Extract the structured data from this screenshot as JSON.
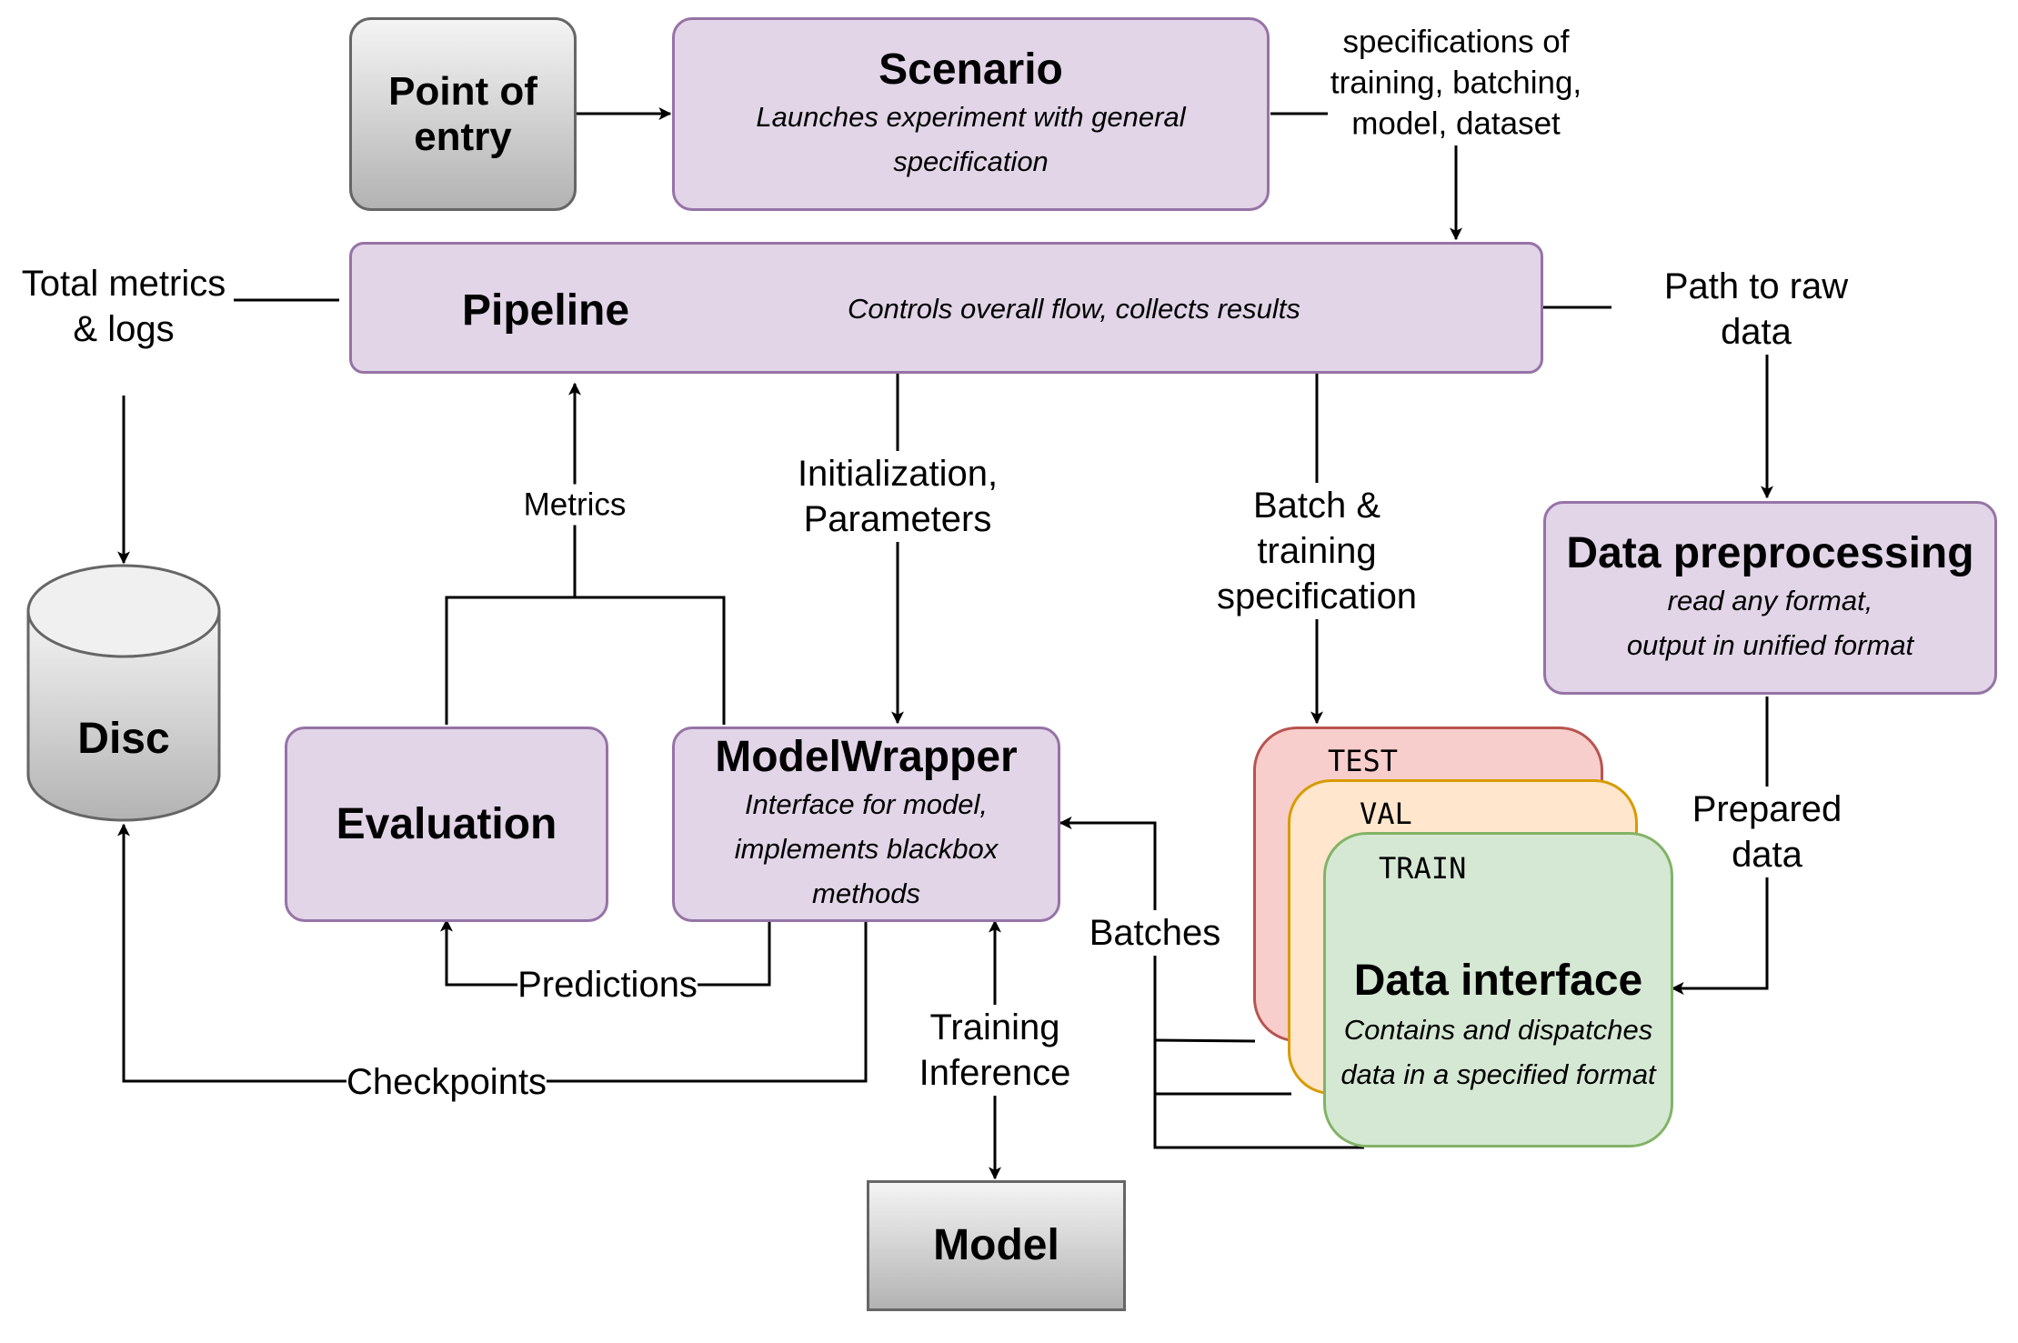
{
  "point_of_entry": {
    "title": "Point of\nentry"
  },
  "scenario": {
    "title": "Scenario",
    "subtitle": "Launches experiment with general\nspecification"
  },
  "pipeline": {
    "title": "Pipeline",
    "subtitle": "Controls overall flow, collects results"
  },
  "data_preprocessing": {
    "title": "Data preprocessing",
    "subtitle": "read any format,\noutput in unified format"
  },
  "evaluation": {
    "title": "Evaluation"
  },
  "model_wrapper": {
    "title": "ModelWrapper",
    "subtitle": "Interface for model,\nimplements blackbox\nmethods"
  },
  "data_interface": {
    "title": "Data interface",
    "subtitle": "Contains and dispatches\ndata in a specified format",
    "splits": [
      "TEST",
      "VAL",
      "TRAIN"
    ]
  },
  "disc": {
    "title": "Disc"
  },
  "model": {
    "title": "Model"
  },
  "edge_labels": {
    "specifications": "specifications of\ntraining, batching,\nmodel, dataset",
    "total_metrics": "Total metrics\n& logs",
    "path_raw": "Path to raw data",
    "metrics": "Metrics",
    "init_params": "Initialization,\nParameters",
    "batch_spec": "Batch &\ntraining\nspecification",
    "prepared_data": "Prepared\ndata",
    "batches": "Batches",
    "predictions": "Predictions",
    "training_inference": "Training\nInference",
    "checkpoints": "Checkpoints"
  },
  "colors": {
    "process_fill": "#e1d5e7",
    "process_stroke": "#9673a6",
    "test_fill": "#f8cecc",
    "test_stroke": "#b85450",
    "val_fill": "#ffe6cc",
    "val_stroke": "#d79b00",
    "train_fill": "#d5e8d4",
    "train_stroke": "#82b366",
    "grey_stroke": "#666666"
  }
}
